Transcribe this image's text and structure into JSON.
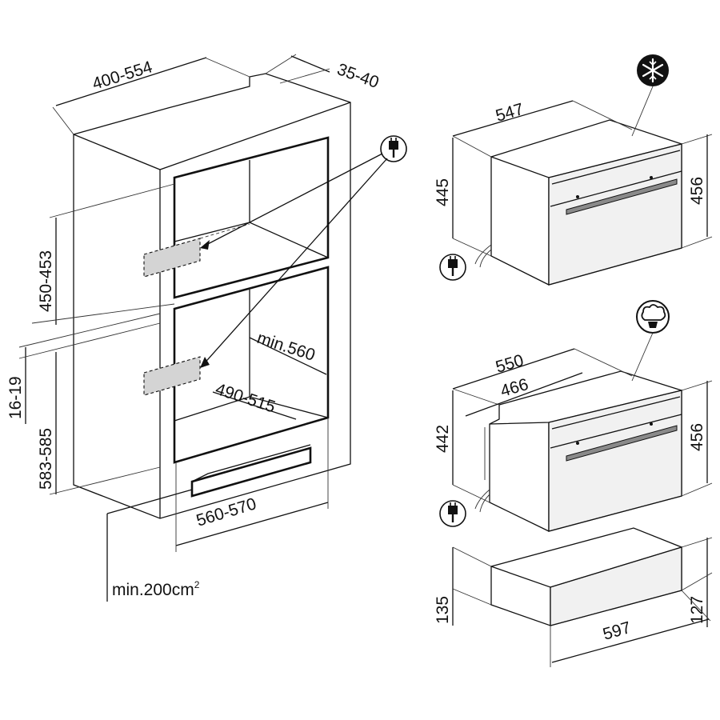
{
  "dimensions": {
    "niche_depth": "400-554",
    "niche_gap": "35-40",
    "upper_niche_height": "450-453",
    "spacer_height": "16-19",
    "lower_niche_height": "583-585",
    "min_depth": "min.560",
    "inner_depth": "490-515",
    "niche_width": "560-570",
    "ventilation_area": "min.200cm",
    "ventilation_area_sup": "2",
    "oven1_depth": "547",
    "oven1_height": "445",
    "oven1_front_height": "456",
    "oven2_depth": "550",
    "oven2_inner_depth": "466",
    "oven2_height": "442",
    "oven2_front_height": "456",
    "drawer_height": "135",
    "drawer_front_height": "127",
    "drawer_width": "597"
  },
  "icons": {
    "plug": "plug-icon",
    "freeze": "snowflake-icon",
    "steam": "steam-icon"
  },
  "colors": {
    "line": "#111111",
    "panel": "#d6d6d6",
    "face": "#f1f1f1",
    "handle": "#8a8a8a"
  }
}
